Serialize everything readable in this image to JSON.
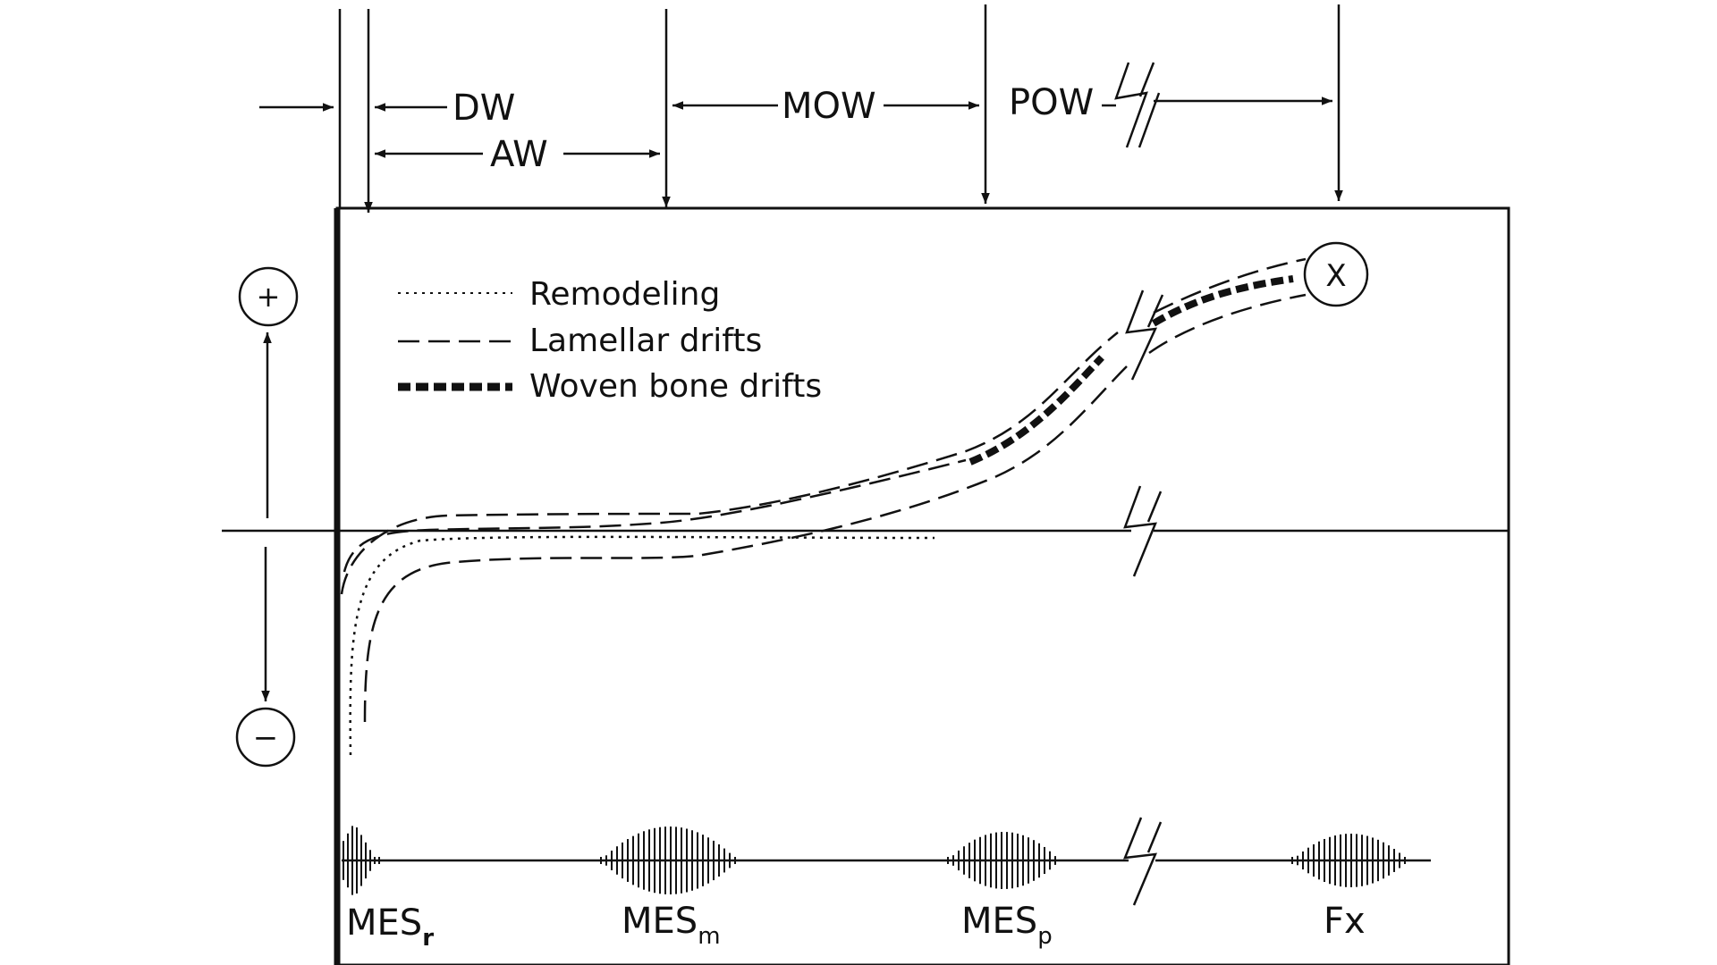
{
  "colors": {
    "ink": "#111111",
    "background": "#ffffff"
  },
  "top_labels": {
    "dw": "DW",
    "aw": "AW",
    "mow": "MOW",
    "pow": "POW"
  },
  "axis_signs": {
    "plus": "+",
    "minus": "−"
  },
  "legend": [
    {
      "style": "dotted",
      "label": "Remodeling"
    },
    {
      "style": "dashed",
      "label": "Lamellar drifts"
    },
    {
      "style": "heavy-dashed",
      "label": "Woven bone drifts"
    }
  ],
  "end_marker": "X",
  "bottom_labels": {
    "mes_r": {
      "main": "MES",
      "sub": "r"
    },
    "mes_m": {
      "main": "MES",
      "sub": "m"
    },
    "mes_p": {
      "main": "MES",
      "sub": "p"
    },
    "fx": "Fx"
  }
}
